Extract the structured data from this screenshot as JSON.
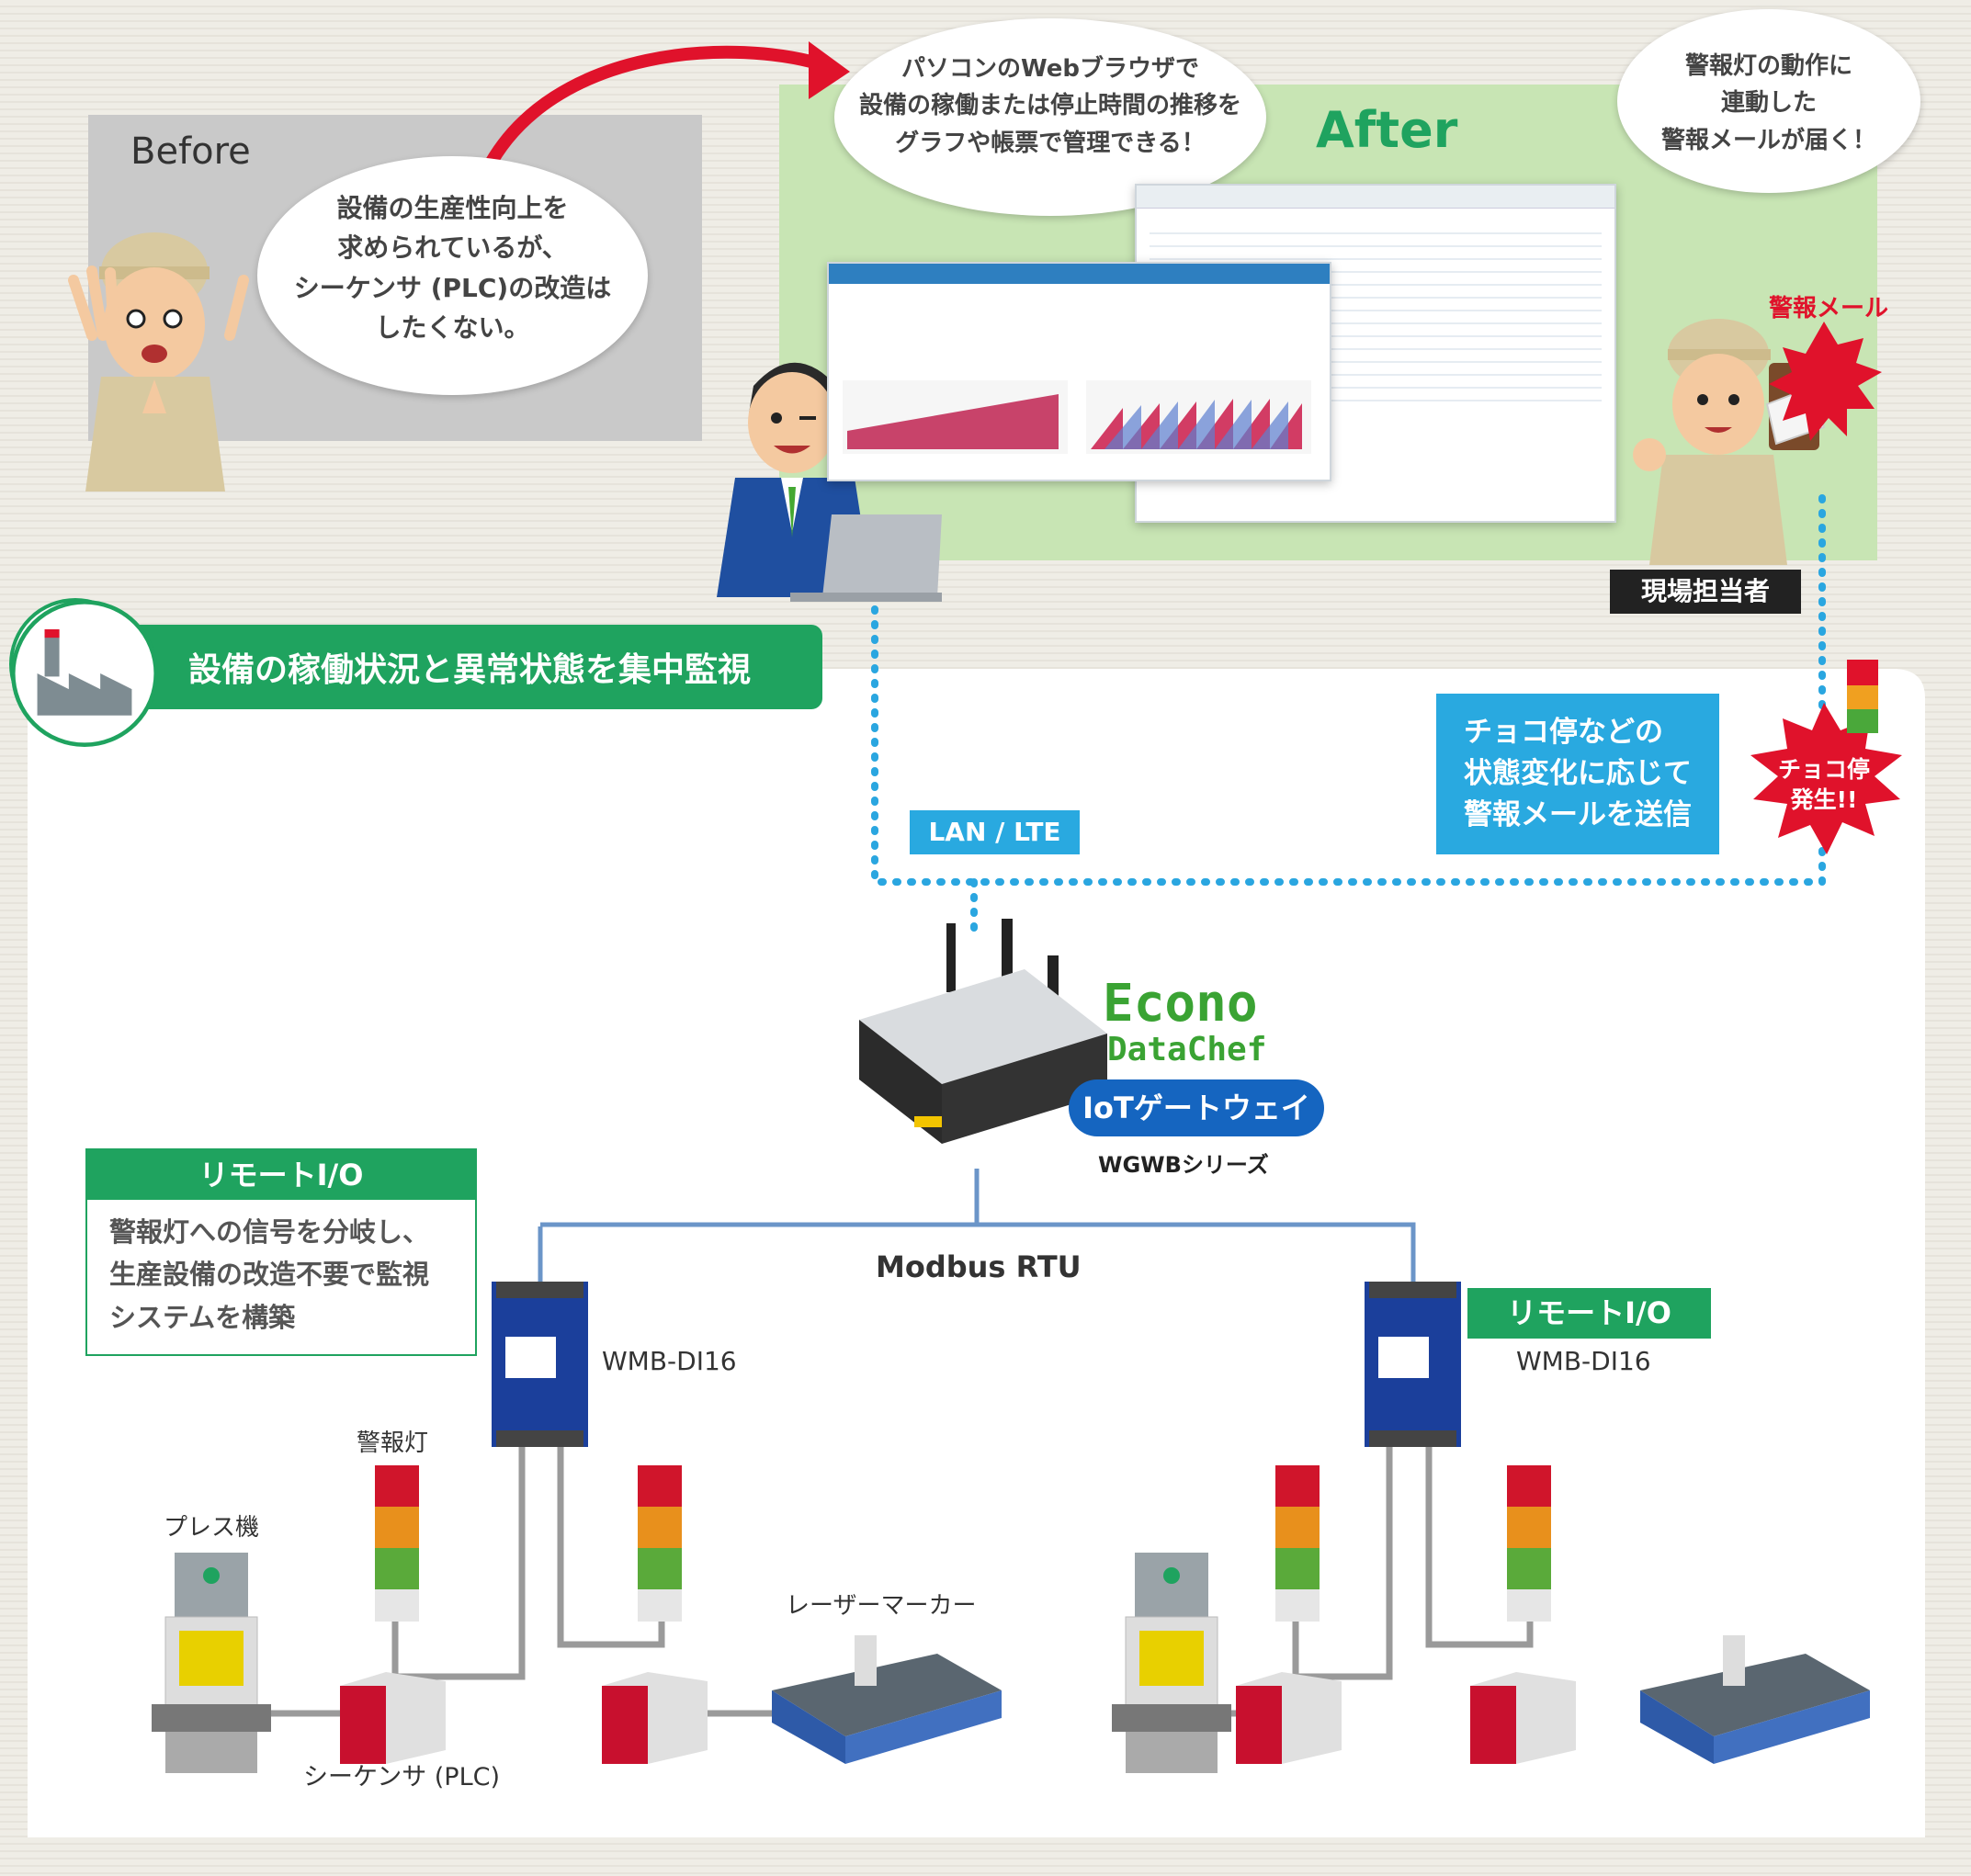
{
  "before": {
    "title": "Before",
    "bubble_lines": [
      "設備の生産性向上を",
      "求められているが、",
      "シーケンサ (PLC)の改造は",
      "したくない。"
    ]
  },
  "after": {
    "title": "After",
    "browser_bubble_lines": [
      "パソコンのWebブラウザで",
      "設備の稼働または停止時間の推移を",
      "グラフや帳票で管理できる！"
    ],
    "mail_bubble_lines": [
      "警報灯の動作に",
      "連動した",
      "警報メールが届く！"
    ],
    "alert_mail_label": "警報メール",
    "site_staff_label": "現場担当者"
  },
  "banner": {
    "title": "設備の稼働状況と異常状態を集中監視"
  },
  "network": {
    "lan_label": "LAN / LTE",
    "alert_box_lines": [
      "チョコ停などの",
      "状態変化に応じて",
      "警報メールを送信"
    ],
    "burst_lines": [
      "チョコ停",
      "発生!!"
    ],
    "bus_label": "Modbus RTU"
  },
  "gateway": {
    "brand_top": "Econo",
    "brand_bottom": "DataChef",
    "pill_label": "IoTゲートウェイ",
    "series_label": "WGWBシリーズ"
  },
  "remote_io_left": {
    "header": "リモートI/O",
    "body_lines": [
      "警報灯への信号を分岐し、",
      "生産設備の改造不要で監視",
      "システムを構築"
    ],
    "model": "WMB-DI16"
  },
  "remote_io_right": {
    "header": "リモートI/O",
    "model": "WMB-DI16"
  },
  "equipment": {
    "warning_light": "警報灯",
    "press": "プレス機",
    "plc": "シーケンサ (PLC)",
    "laser": "レーザーマーカー"
  },
  "colors": {
    "green": "#1fa35f",
    "light_green": "#c8e5b4",
    "blue_box": "#29a9e0",
    "dotted_line": "#2aa6e0",
    "bus_line": "#6b95c8",
    "red": "#e0122b",
    "gateway_pill": "#1565c0"
  }
}
